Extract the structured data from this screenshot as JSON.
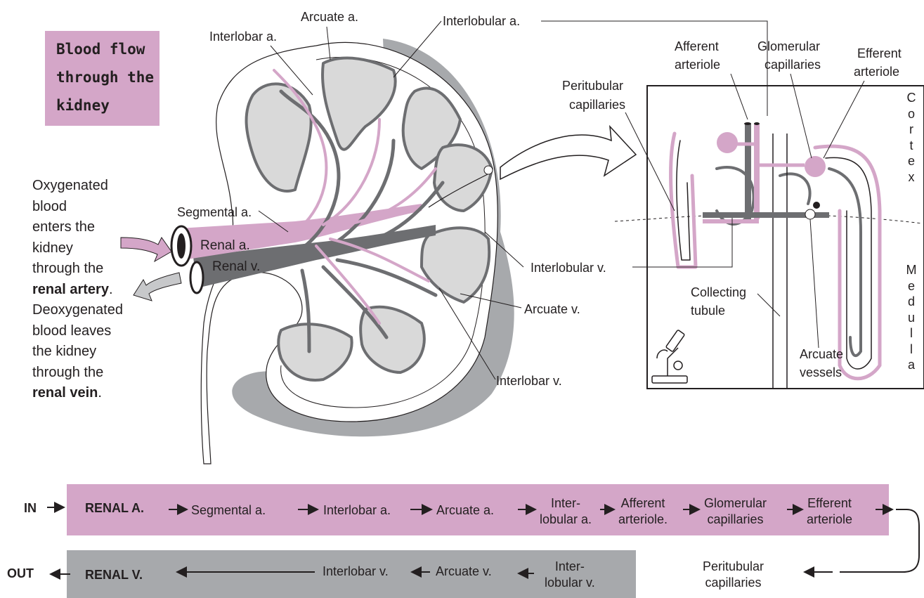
{
  "title": [
    "Blood flow",
    "through the",
    "kidney"
  ],
  "side_text": {
    "lines": [
      "Oxygenated",
      "blood",
      "enters the",
      "kidney",
      "through the"
    ],
    "bold1": "renal artery",
    "after1": ".",
    "lines2": [
      "Deoxygenated",
      "blood leaves",
      "the kidney",
      "through the"
    ],
    "bold2": "renal vein",
    "after2": "."
  },
  "kidney_labels": {
    "arcuate_a": "Arcuate a.",
    "interlobular_a": "Interlobular a.",
    "interlobar_a": "Interlobar a.",
    "segmental_a": "Segmental a.",
    "renal_a": "Renal a.",
    "renal_v": "Renal v.",
    "interlobular_v": "Interlobular v.",
    "arcuate_v": "Arcuate v.",
    "interlobar_v": "Interlobar v."
  },
  "inset_labels": {
    "afferent": [
      "Afferent",
      "arteriole"
    ],
    "glomerular": [
      "Glomerular",
      "capillaries"
    ],
    "efferent": [
      "Efferent",
      "arteriole"
    ],
    "peritubular": [
      "Peritubular",
      "capillaries"
    ],
    "collecting": [
      "Collecting",
      "tubule"
    ],
    "arcuate_vessels": [
      "Arcuate",
      "vessels"
    ],
    "cortex": [
      "C",
      "o",
      "r",
      "t",
      "e",
      "x"
    ],
    "medulla": [
      "M",
      "e",
      "d",
      "u",
      "l",
      "l",
      "a"
    ]
  },
  "flow": {
    "in": "IN",
    "out": "OUT",
    "renal_a": "RENAL A.",
    "segmental_a": "Segmental a.",
    "interlobar_a": "Interlobar a.",
    "arcuate_a": "Arcuate a.",
    "interlobular_a": [
      "Inter-",
      "lobular a."
    ],
    "afferent": [
      "Afferent",
      "arteriole."
    ],
    "glomerular": [
      "Glomerular",
      "capillaries"
    ],
    "efferent": [
      "Efferent",
      "arteriole"
    ],
    "peritubular": [
      "Peritubular",
      "capillaries"
    ],
    "interlobular_v": [
      "Inter-",
      "lobular v."
    ],
    "arcuate_v": "Arcuate v.",
    "interlobar_v": "Interlobar v.",
    "renal_v": "RENAL V."
  },
  "colors": {
    "artery_pink": "#d4a6c8",
    "vein_grey": "#6d6e71",
    "bar_grey": "#a7a9ac",
    "lobe_fill": "#d9d9d9",
    "ink": "#231f20"
  }
}
